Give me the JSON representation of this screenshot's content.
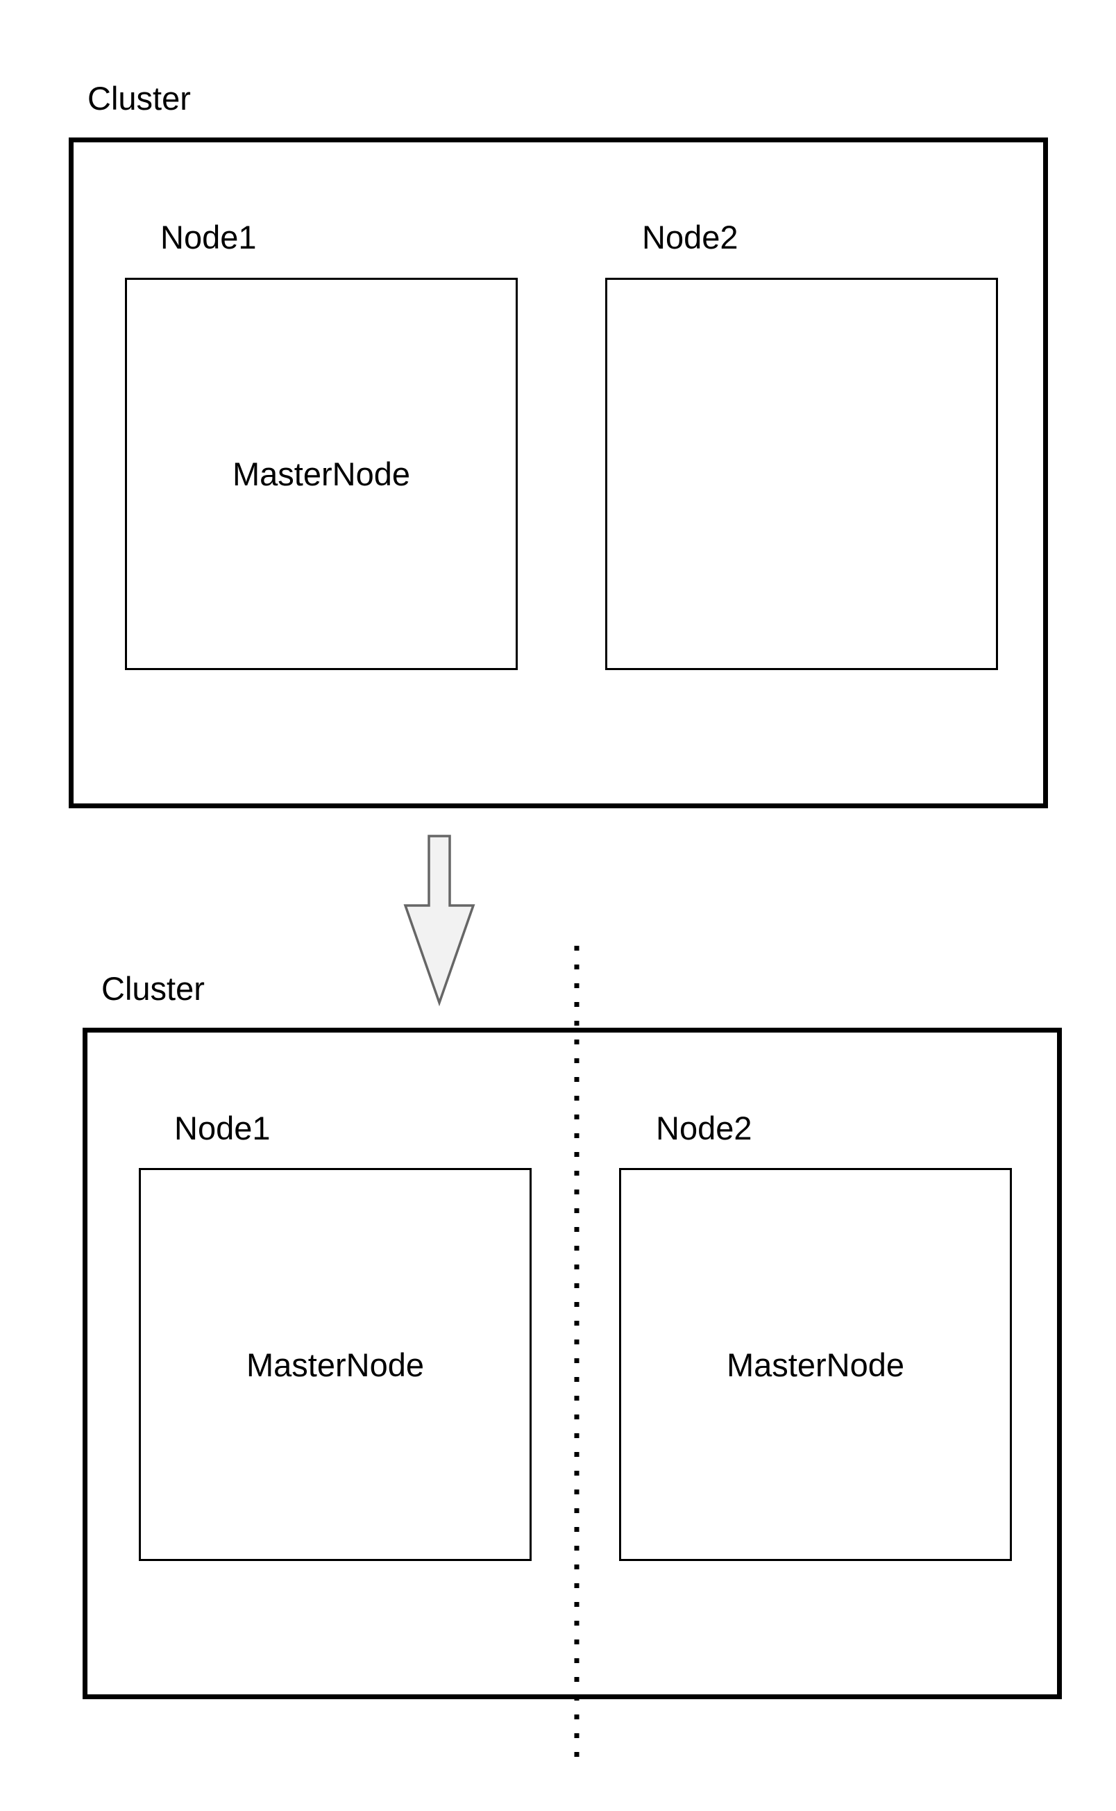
{
  "diagram": {
    "before": {
      "cluster_label": "Cluster",
      "nodes": [
        {
          "label": "Node1",
          "content": "MasterNode"
        },
        {
          "label": "Node2",
          "content": ""
        }
      ]
    },
    "transition": {
      "arrow_icon": "down-arrow-icon",
      "arrow_fill": "#f2f2f2",
      "arrow_stroke": "#666666"
    },
    "after": {
      "cluster_label": "Cluster",
      "nodes": [
        {
          "label": "Node1",
          "content": "MasterNode"
        },
        {
          "label": "Node2",
          "content": "MasterNode"
        }
      ],
      "partition_line": "dotted-divider"
    }
  }
}
